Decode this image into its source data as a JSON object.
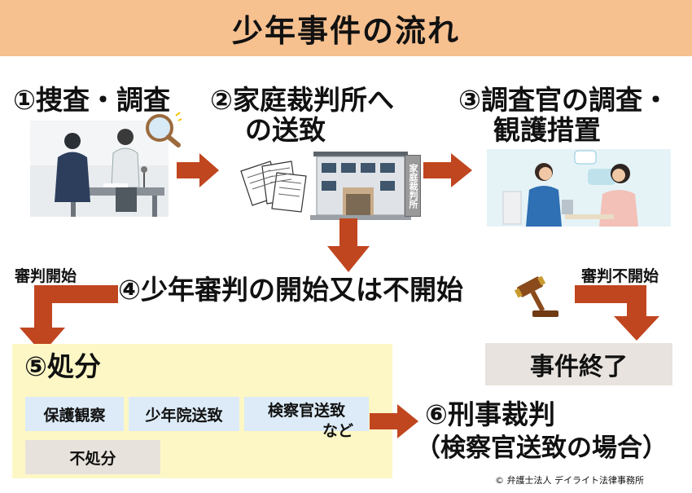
{
  "title": "少年事件の流れ",
  "steps": {
    "s1": "①捜査・調査",
    "s2_line1": "②家庭裁判所へ",
    "s2_line2": "の送致",
    "s3_line1": "③調査官の調査・",
    "s3_line2": "観護措置",
    "s4": "④少年審判の開始又は不開始",
    "s5": "⑤処分",
    "s6_line1": "⑥刑事裁判",
    "s6_line2": "（検察官送致の場合）"
  },
  "branches": {
    "start": "審判開始",
    "no_start": "審判不開始"
  },
  "end_label": "事件終了",
  "court_sign": "家庭裁判所",
  "dispositions": [
    "保護観察",
    "少年院送致",
    "検察官送致",
    "不処分"
  ],
  "disposition_suffix": "など",
  "copyright": "© 弁護士法人 デイライト法律事務所",
  "colors": {
    "header_bg": "#f6c08f",
    "arrow": "#c0461f",
    "box5_bg": "#fdf7c6",
    "tag_bg": "#dcebf7",
    "tag_gray": "#e8e2dc",
    "end_bg": "#e8e3de"
  }
}
